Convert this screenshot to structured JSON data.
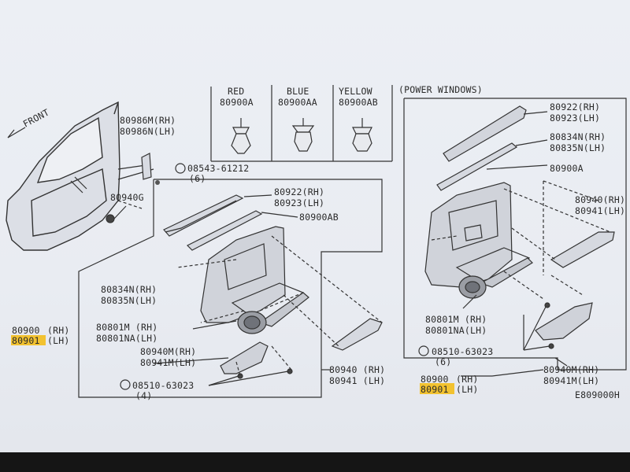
{
  "window": {
    "title": "Door trim parts diagram"
  },
  "clip_table": {
    "columns": [
      {
        "color": "RED",
        "part": "80900A"
      },
      {
        "color": "BLUE",
        "part": "80900AA"
      },
      {
        "color": "YELLOW",
        "part": "80900AB"
      }
    ]
  },
  "front_label": "FRONT",
  "power_windows_label": "(POWER WINDOWS)",
  "left_panel": {
    "p80986": [
      "80986M(RH)",
      "80986N(LH)"
    ],
    "p08543": "08543-61212",
    "p08543_qty": "(6)",
    "p80940G": "80940G",
    "p80922": [
      "80922(RH)",
      "80923(LH)"
    ],
    "p80900AB": "80900AB",
    "p80834": [
      "80834N(RH)",
      "80835N(LH)"
    ],
    "p80801": [
      "80801M (RH)",
      "80801NA(LH)"
    ],
    "p80940M": [
      "80940M(RH)",
      "80941M(LH)"
    ],
    "p80940": [
      "80940 (RH)",
      "80941 (LH)"
    ],
    "p08510": "08510-63023",
    "p08510_qty": "(4)",
    "assembly": [
      {
        "num": "80900",
        "side": "(RH)"
      },
      {
        "num": "80901",
        "side": "(LH)"
      }
    ]
  },
  "right_panel": {
    "p80922": [
      "80922(RH)",
      "80923(LH)"
    ],
    "p80834": [
      "80834N(RH)",
      "80835N(LH)"
    ],
    "p80900A": "80900A",
    "p80940": [
      "80940(RH)",
      "80941(LH)"
    ],
    "p80801": [
      "80801M (RH)",
      "80801NA(LH)"
    ],
    "p08510": "08510-63023",
    "p08510_qty": "(6)",
    "p80940M": [
      "80940M(RH)",
      "80941M(LH)"
    ],
    "assembly": [
      {
        "num": "80900",
        "side": "(RH)"
      },
      {
        "num": "80901",
        "side": "(LH)"
      }
    ]
  },
  "diagram_code": "E809000H",
  "colors": {
    "highlight": "#f2c230",
    "ink": "#2a2a2a",
    "paper": "#eceff4"
  }
}
